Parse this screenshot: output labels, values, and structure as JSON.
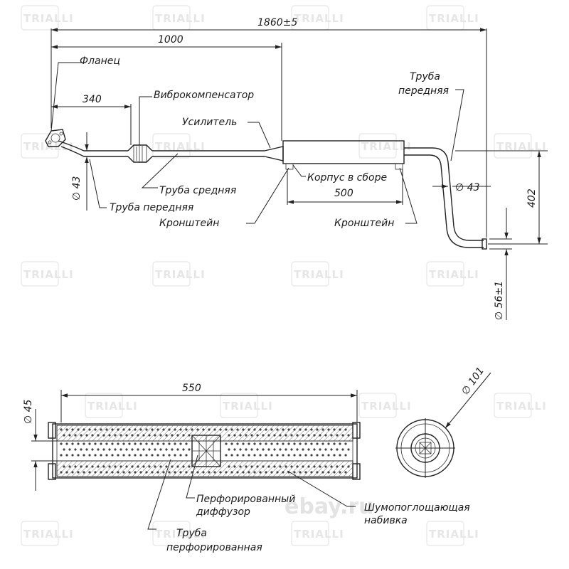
{
  "watermark": {
    "brand": "TRIALLI",
    "site": "ebay.ru"
  },
  "top_view": {
    "dimensions": {
      "overall": "1860±5",
      "to_box": "1000",
      "to_flex": "340",
      "box_length": "500",
      "height": "402",
      "front_dia": "∅ 43",
      "rear_dia": "∅ 43",
      "outlet_dia": "∅ 56±1"
    },
    "labels": {
      "flange": "Фланец",
      "flex": "Виброкомпенсатор",
      "reinforcement": "Усилитель",
      "pipe_front_rear_1": "Труба",
      "pipe_front_rear_2": "передняя",
      "pipe_middle": "Труба средняя",
      "pipe_front": "Труба передняя",
      "bracket_left": "Кронштейн",
      "housing": "Корпус в сборе",
      "bracket_right": "Кронштейн"
    }
  },
  "section_view": {
    "dimensions": {
      "length": "550",
      "dia_left": "∅ 45",
      "dia_end": "∅ 101"
    },
    "labels": {
      "diffuser_1": "Перфорированный",
      "diffuser_2": "диффузор",
      "packing_1": "Шумопоглощающая",
      "packing_2": "набивка",
      "perf_pipe_1": "Труба",
      "perf_pipe_2": "перфорированная"
    }
  }
}
